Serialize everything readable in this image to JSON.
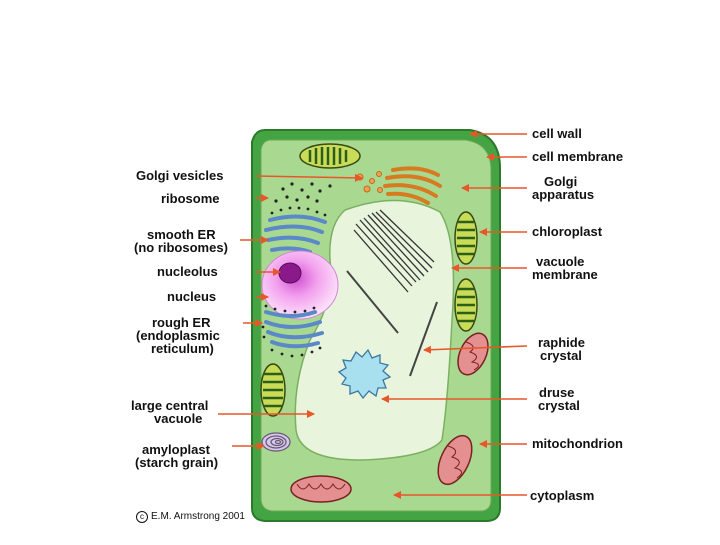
{
  "labels": {
    "golgi_vesicles": "Golgi vesicles",
    "ribosome": "ribosome",
    "smooth_er": [
      "smooth ER",
      "(no ribosomes)"
    ],
    "nucleolus": "nucleolus",
    "nucleus": "nucleus",
    "rough_er": [
      "rough ER",
      "(endoplasmic",
      "reticulum)"
    ],
    "large_central_vacuole": [
      "large central",
      "vacuole"
    ],
    "amyloplast": [
      "amyloplast",
      "(starch grain)"
    ],
    "cell_wall": "cell wall",
    "cell_membrane": "cell membrane",
    "golgi_apparatus": [
      "Golgi",
      "apparatus"
    ],
    "chloroplast": "chloroplast",
    "vacuole_membrane": [
      "vacuole",
      "membrane"
    ],
    "raphide_crystal": [
      "raphide",
      "crystal"
    ],
    "druse_crystal": [
      "druse",
      "crystal"
    ],
    "mitochondrion": "mitochondrion",
    "cytoplasm": "cytoplasm"
  },
  "credit": "E.M. Armstrong 2001",
  "colors": {
    "cell_wall": "#3c9a3c",
    "cytoplasm": "#a8d890",
    "vacuole": "#e9f4dc",
    "arrow": "#e8562a",
    "nucleus": "#f0a8f0",
    "nucleolus": "#8a1a8a",
    "er": "#78a8e0",
    "golgi": "#f0a050",
    "mitochondrion": "#e08080",
    "chloroplast": "#a8c848",
    "druse": "#a8e0f0"
  }
}
